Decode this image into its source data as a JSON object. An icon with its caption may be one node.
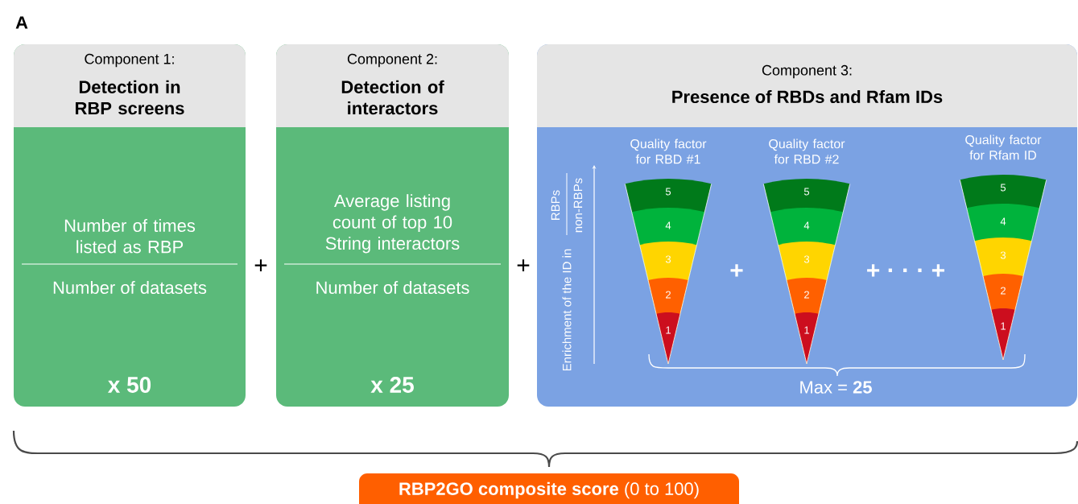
{
  "diagram": {
    "nodes": [
      {
        "text": [
          "Component 1:",
          "Detection in RBP screens",
          "Number of times listed as RBP",
          "Number of datasets",
          "x 50"
        ]
      },
      {
        "text": [
          "Component 2:",
          "Detection of interactors",
          "Average listing count of top 10 String interactors",
          "Number of datasets",
          "x 25"
        ]
      },
      {
        "text": [
          "Component 3:",
          "Presence of RBDs and Rfam IDs",
          "Max = **25**"
        ]
      },
      {
        "text": [
          "Quality factor for RBD #1",
          "5",
          "4",
          "3",
          "2",
          "1"
        ],
        "in": 2
      },
      {
        "text": [
          "Quality factor for RBD #2",
          "5",
          "4",
          "3",
          "2",
          "1"
        ],
        "in": 2
      },
      {
        "text": [
          "Quality factor for Rfam ID",
          "5",
          "4",
          "3",
          "2",
          "1"
        ],
        "in": 2
      },
      {
        "text": [
          "**RBP2GO composite score** (0 to 100)"
        ]
      }
    ],
    "labels": [
      "A",
      "+",
      "+",
      "Enrichment of the ID in",
      "RBPs",
      "non-RBPs",
      "+",
      "+ · · · +"
    ]
  }
}
